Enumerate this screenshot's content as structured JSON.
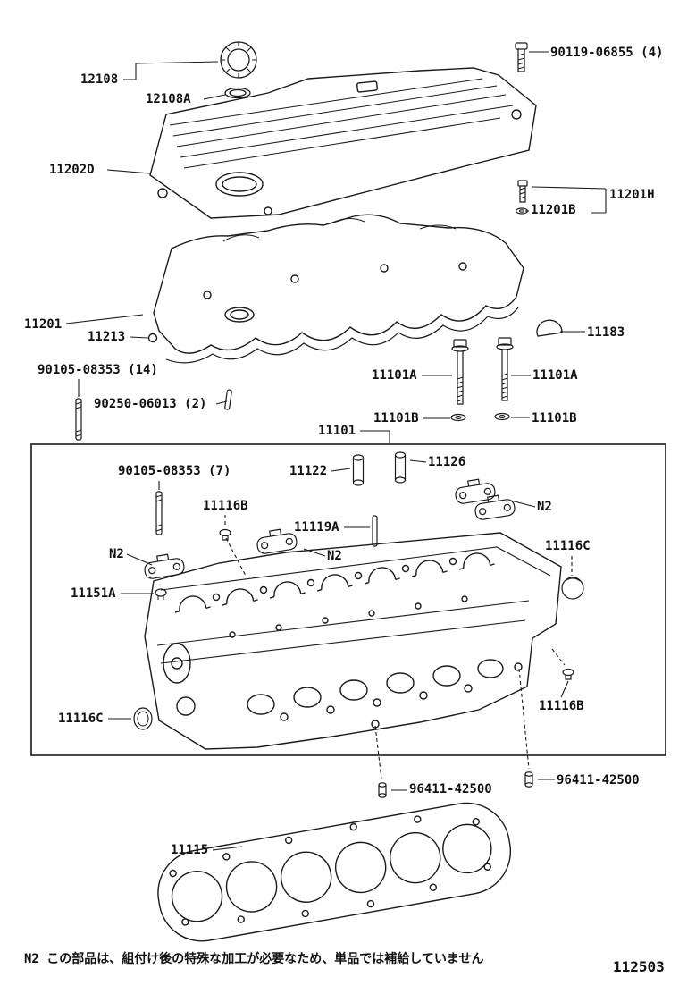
{
  "diagram": {
    "sheet_number": "112503",
    "footnote": "N2 この部品は、組付け後の特殊な加工が必要なため、単品では補給していません",
    "colors": {
      "ink": "#1a1a1a",
      "background": "#ffffff"
    }
  },
  "labels": [
    {
      "text": "90119-06855 (4)"
    },
    {
      "text": "12108"
    },
    {
      "text": "12108A"
    },
    {
      "text": "11202D"
    },
    {
      "text": "11201H"
    },
    {
      "text": "11201B"
    },
    {
      "text": "11201"
    },
    {
      "text": "11213"
    },
    {
      "text": "11183"
    },
    {
      "text": "90105-08353 (14)"
    },
    {
      "text": "11101A"
    },
    {
      "text": "11101A"
    },
    {
      "text": "90250-06013 (2)"
    },
    {
      "text": "11101B"
    },
    {
      "text": "11101B"
    },
    {
      "text": "11101"
    },
    {
      "text": "90105-08353 (7)"
    },
    {
      "text": "11122"
    },
    {
      "text": "11126"
    },
    {
      "text": "11116B"
    },
    {
      "text": "11119A"
    },
    {
      "text": "N2"
    },
    {
      "text": "11116C"
    },
    {
      "text": "N2"
    },
    {
      "text": "N2"
    },
    {
      "text": "11151A"
    },
    {
      "text": "11116C"
    },
    {
      "text": "11116B"
    },
    {
      "text": "96411-42500"
    },
    {
      "text": "96411-42500"
    },
    {
      "text": "11115"
    }
  ]
}
